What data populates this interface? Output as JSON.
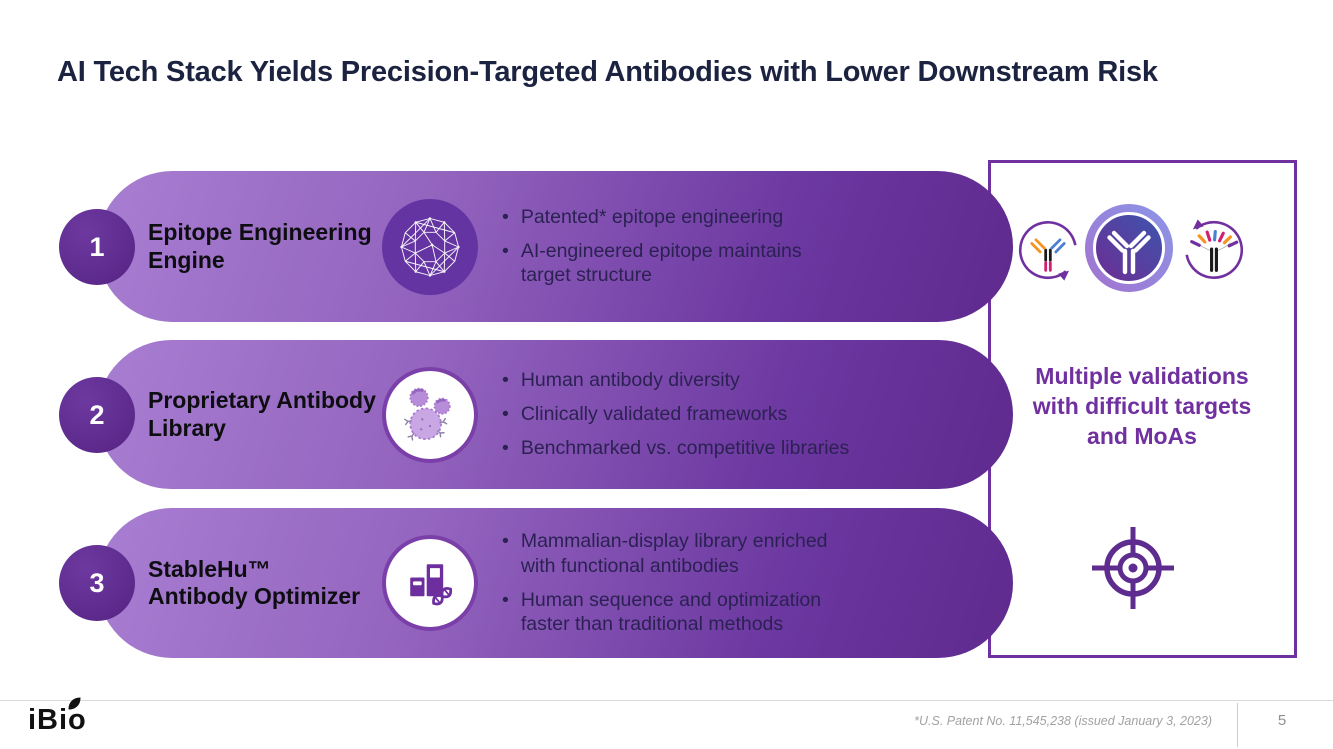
{
  "title": "AI Tech Stack Yields Precision-Targeted Antibodies with Lower Downstream Risk",
  "rows": [
    {
      "number": "1",
      "title_line1": "Epitope Engineering",
      "title_line2": "Engine",
      "icon": "network-sphere-icon",
      "bullet_marker": "•",
      "bullets": [
        "Patented* epitope engineering",
        "AI-engineered epitope maintains\ntarget structure"
      ]
    },
    {
      "number": "2",
      "title_line1": "Proprietary Antibody",
      "title_line2": "Library",
      "icon": "antibody-cells-icon",
      "bullet_marker": "•",
      "bullets": [
        "Human antibody diversity",
        "Clinically validated frameworks",
        "Benchmarked vs. competitive libraries"
      ]
    },
    {
      "number": "3",
      "title_line1": "StableHu™",
      "title_line2": "Antibody Optimizer",
      "icon": "dna-optimizer-icon",
      "bullet_marker": "•",
      "bullets": [
        "Mammalian-display library enriched\nwith functional antibodies",
        "Human sequence and optimization\nfaster than traditional methods"
      ]
    }
  ],
  "panel": {
    "heading": "Multiple validations\nwith difficult targets\nand MoAs",
    "icons": [
      "antibody-cycle-left-icon",
      "antibody-badge-icon",
      "antibody-cycle-right-icon",
      "target-icon"
    ]
  },
  "footer": {
    "logo_text": "iBio",
    "patent_note": "*U.S. Patent No. 11,545,238 (issued January 3, 2023)",
    "page_number": "5"
  },
  "colors": {
    "accent_purple": "#7030a0",
    "bar_gradient_start": "#a87ed2",
    "bar_gradient_end": "#5e2a8e",
    "number_circle": "#5e2b8e",
    "title_text": "#1c2340",
    "bullet_text": "#2b2152",
    "antibody_orange": "#f6921e",
    "antibody_blue": "#4a7fd4",
    "antibody_crimson": "#cf1f6e"
  }
}
